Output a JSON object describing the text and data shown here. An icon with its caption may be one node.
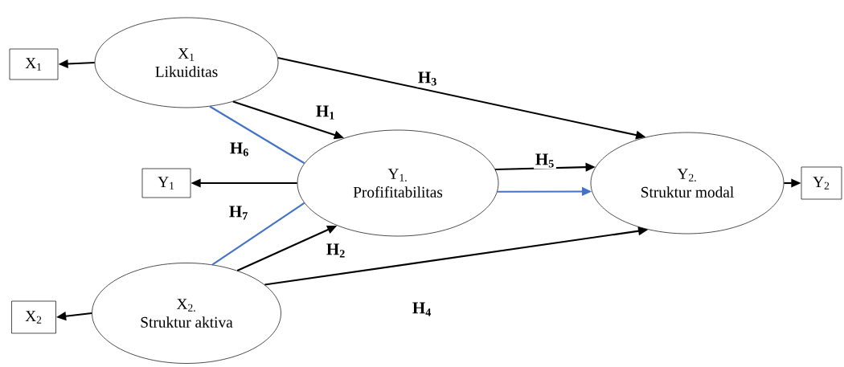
{
  "diagram": {
    "nodes": [
      {
        "text": [
          "X$_{1}$",
          "Likuiditas"
        ]
      },
      {
        "text": [
          "X$_{1}$"
        ]
      },
      {
        "text": [
          "Y$_{1.}$",
          "Profifitabilitas"
        ]
      },
      {
        "text": [
          "Y$_{1}$"
        ]
      },
      {
        "text": [
          "Y$_{2.}$",
          "Struktur modal"
        ]
      },
      {
        "text": [
          "Y$_{2}$"
        ]
      },
      {
        "text": [
          "X$_{2.}$",
          "Struktur aktiva"
        ]
      },
      {
        "text": [
          "X$_{2}$"
        ]
      }
    ],
    "edges": [
      {
        "from": 0,
        "to": 1,
        "arrow": "to"
      },
      {
        "from": 2,
        "to": 3,
        "arrow": "to"
      },
      {
        "from": 4,
        "to": 5,
        "arrow": "to"
      },
      {
        "from": 6,
        "to": 7,
        "arrow": "to"
      },
      {
        "from": 0,
        "to": 2,
        "arrow": "to",
        "label": "H$_{1}$"
      },
      {
        "from": 6,
        "to": 2,
        "arrow": "to",
        "label": "H$_{2}$"
      },
      {
        "from": 0,
        "to": 4,
        "arrow": "to",
        "label": "H$_{3}$"
      },
      {
        "from": 6,
        "to": 4,
        "arrow": "to",
        "label": "H$_{4}$"
      },
      {
        "from": 2,
        "to": 4,
        "arrow": "to",
        "label": "H$_{5}$"
      },
      {
        "from": 2,
        "to": 4,
        "arrow": "to",
        "color": "#4472c4"
      },
      {
        "from": 0,
        "to": 2,
        "arrow": "none",
        "label": "H$_{6}$",
        "color": "#4472c4"
      },
      {
        "from": 6,
        "to": 2,
        "arrow": "none",
        "label": "H$_{7}$",
        "color": "#4472c4"
      }
    ]
  }
}
